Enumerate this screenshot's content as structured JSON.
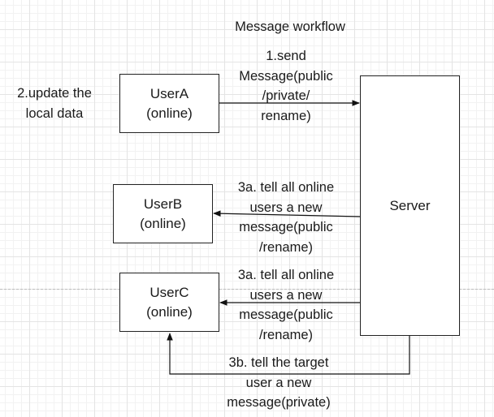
{
  "title": "Message workflow",
  "nodes": {
    "usera": {
      "line1": "UserA",
      "line2": "(online)"
    },
    "userb": {
      "line1": "UserB",
      "line2": "(online)"
    },
    "userc": {
      "line1": "UserC",
      "line2": "(online)"
    },
    "server": {
      "label": "Server"
    }
  },
  "labels": {
    "update_local": [
      "2.update the",
      "local data"
    ],
    "send": [
      "1.send",
      "Message(public",
      "/private/",
      "rename)"
    ],
    "tell_b": [
      "3a. tell all online",
      "users a new",
      "message(public",
      "/rename)"
    ],
    "tell_c": [
      "3a. tell all online",
      "users a new",
      "message(public",
      "/rename)"
    ],
    "tell_target": [
      "3b. tell the target",
      "user a new",
      "message(private)"
    ]
  }
}
